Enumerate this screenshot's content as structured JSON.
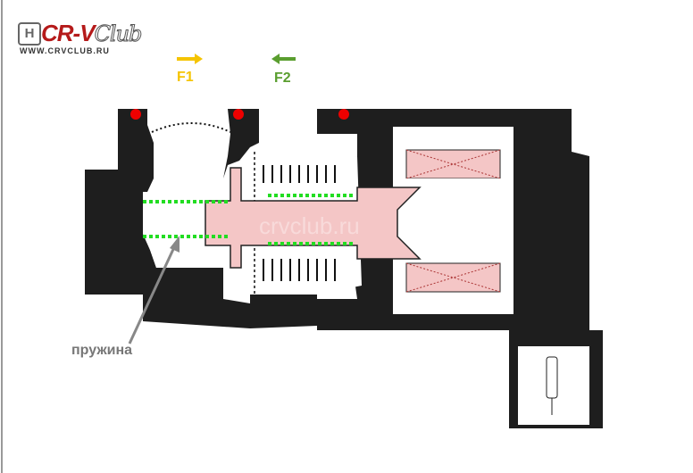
{
  "logo": {
    "brand": "CR-V",
    "club": "Club",
    "url": "WWW.CRVCLUB.RU",
    "emblem": "H"
  },
  "forces": [
    {
      "label": "F1",
      "color": "#f5c400",
      "direction": "right"
    },
    {
      "label": "F2",
      "color": "#5a9e2f",
      "direction": "left"
    }
  ],
  "callout": {
    "label": "пружина",
    "color": "#777777"
  },
  "colors": {
    "housing": "#1e1e1e",
    "plunger": "#f4c6c6",
    "spring": "#22dd22",
    "seal": "#ee0000"
  }
}
